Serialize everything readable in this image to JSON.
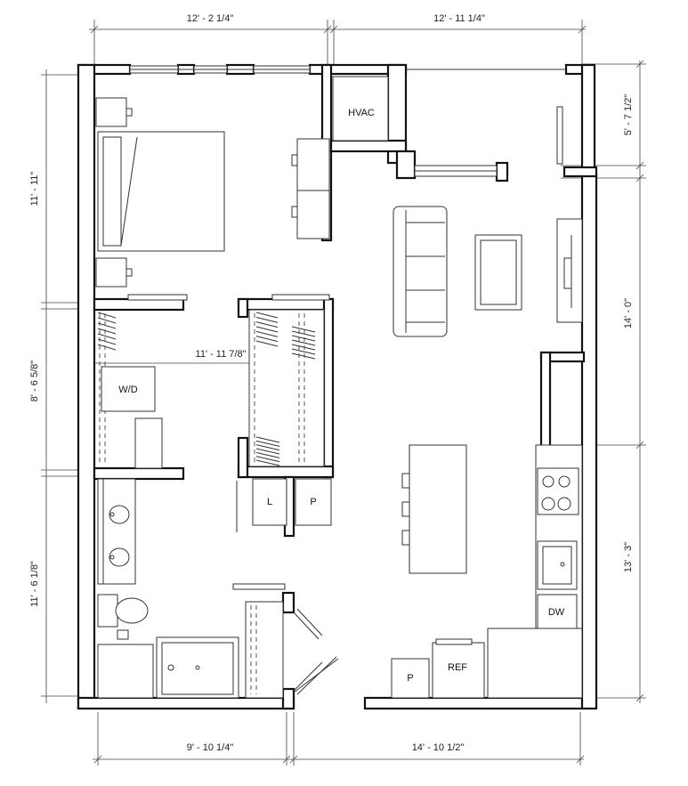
{
  "dimensions": {
    "top_left": "12' - 2 1/4\"",
    "top_right": "12' - 11 1/4\"",
    "left_top": "11' - 11\"",
    "left_middle": "8' - 6 5/8\"",
    "left_bottom": "11' - 6 1/8\"",
    "right_top": "5' - 7 1/2\"",
    "right_middle": "14' - 0\"",
    "right_bottom": "13' - 3\"",
    "interior": "11' - 11 7/8\"",
    "bottom_left": "9' - 10 1/4\"",
    "bottom_right": "14' - 10 1/2\""
  },
  "labels": {
    "hvac": "HVAC",
    "washer_dryer": "W/D",
    "linen": "L",
    "pantry_hall": "P",
    "pantry_kitchen": "P",
    "dishwasher": "DW",
    "refrigerator": "REF"
  }
}
